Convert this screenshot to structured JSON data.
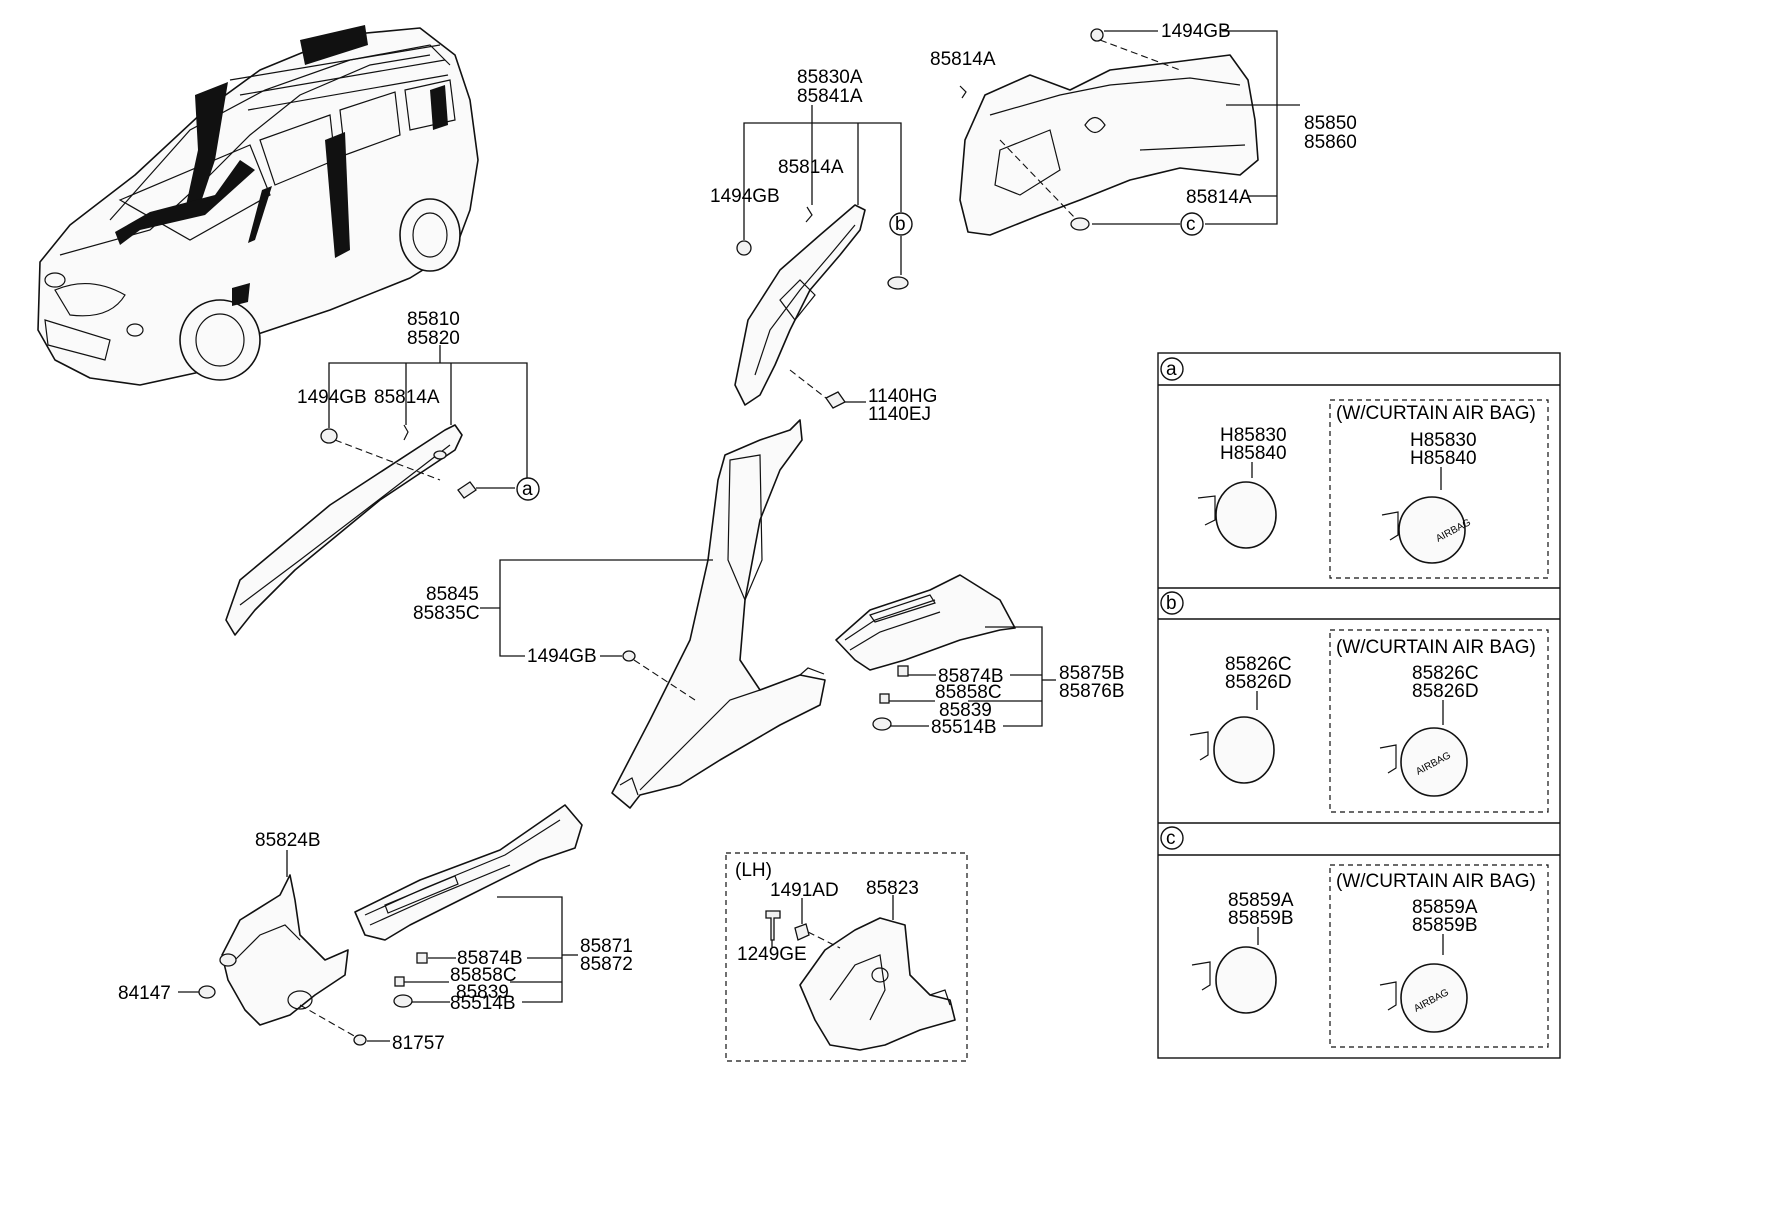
{
  "labels": {
    "p85830A": "85830A",
    "p85841A": "85841A",
    "p85814A_b": "85814A",
    "p1494GB_b": "1494GB",
    "p1140HG": "1140HG",
    "p1140EJ": "1140EJ",
    "p85814A_top": "85814A",
    "p1494GB_top": "1494GB",
    "p85850": "85850",
    "p85860": "85860",
    "p85814A_r": "85814A",
    "p85810": "85810",
    "p85820": "85820",
    "p1494GB_a": "1494GB",
    "p85814A_a": "85814A",
    "p85845": "85845",
    "p85835C": "85835C",
    "p1494GB_c": "1494GB",
    "p85874B_r": "85874B",
    "p85858C_r": "85858C",
    "p85839_r": "85839",
    "p85514B_r": "85514B",
    "p85875B": "85875B",
    "p85876B": "85876B",
    "p85824B": "85824B",
    "p84147": "84147",
    "p81757": "81757",
    "p85874B_l": "85874B",
    "p85858C_l": "85858C",
    "p85839_l": "85839",
    "p85514B_l": "85514B",
    "p85871": "85871",
    "p85872": "85872",
    "lh": "(LH)",
    "p1491AD": "1491AD",
    "p85823": "85823",
    "p1249GE": "1249GE"
  },
  "callouts": {
    "a": "a",
    "b": "b",
    "c": "c"
  },
  "legend": {
    "curtain_airbag": "(W/CURTAIN AIR BAG)",
    "a": {
      "tag": "a",
      "part1": "H85830",
      "part2": "H85840"
    },
    "b": {
      "tag": "b",
      "part1": "85826C",
      "part2": "85826D"
    },
    "c": {
      "tag": "c",
      "part1": "85859A",
      "part2": "85859B"
    },
    "airbag_mark": "AIRBAG"
  },
  "colors": {
    "line": "#111111",
    "background": "#ffffff"
  }
}
